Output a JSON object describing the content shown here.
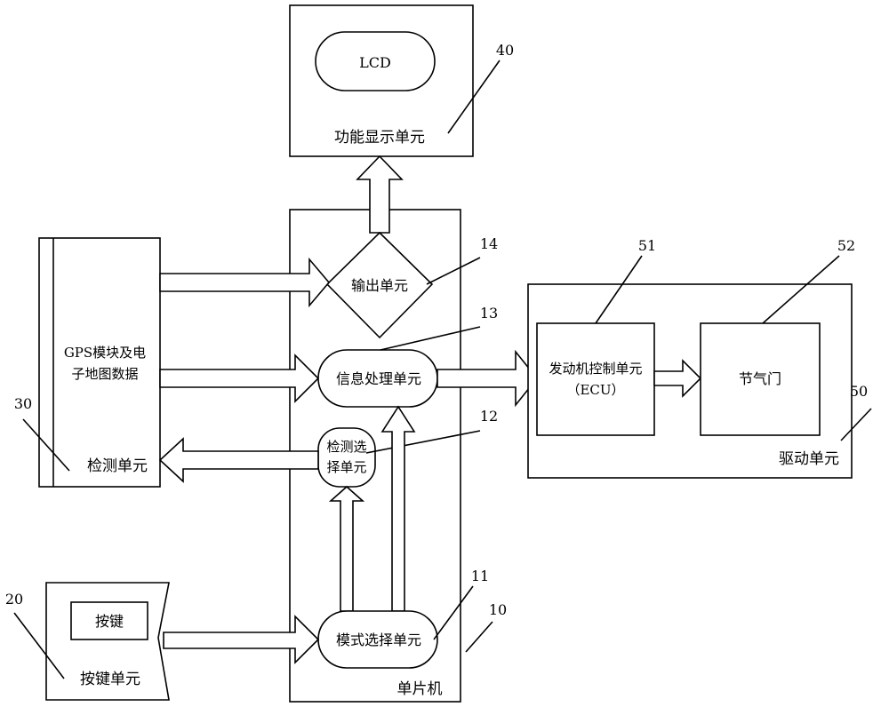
{
  "lcd": {
    "label": "LCD"
  },
  "display_unit": {
    "label": "功能显示单元",
    "ref": "40"
  },
  "mcu": {
    "label": "单片机",
    "ref": "10"
  },
  "output_unit": {
    "label": "输出单元",
    "ref": "14"
  },
  "info_unit": {
    "label": "信息处理单元",
    "ref": "13"
  },
  "detect_select": {
    "line1": "检测选",
    "line2": "择单元",
    "ref": "12"
  },
  "mode_select": {
    "label": "模式选择单元",
    "ref": "11"
  },
  "gps": {
    "line1": "GPS模块及电",
    "line2": "子地图数据"
  },
  "detect_unit": {
    "label": "检测单元",
    "ref": "30"
  },
  "key": {
    "label": "按键"
  },
  "key_unit": {
    "label": "按键单元",
    "ref": "20"
  },
  "ecu": {
    "line1": "发动机控制单元",
    "line2": "（ECU）",
    "ref": "51"
  },
  "throttle": {
    "label": "节气门",
    "ref": "52"
  },
  "drive_unit": {
    "label": "驱动单元",
    "ref": "50"
  }
}
